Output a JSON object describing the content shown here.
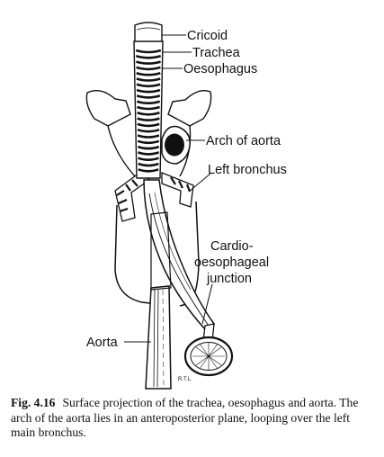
{
  "labels": {
    "cricoid": "Cricoid",
    "trachea": "Trachea",
    "oesophagus": "Oesophagus",
    "arch_of_aorta": "Arch of aorta",
    "left_bronchus": "Left bronchus",
    "cardio_line1": "Cardio-",
    "cardio_line2": "oesophageal",
    "cardio_line3": "junction",
    "aorta": "Aorta"
  },
  "artist_initials": "R.T.L.",
  "caption": {
    "figure_number": "Fig. 4.16",
    "text": "Surface projection of the trachea, oesophagus and aorta. The arch of the aorta lies in an anteroposterior plane, looping over the left main bronchus."
  }
}
